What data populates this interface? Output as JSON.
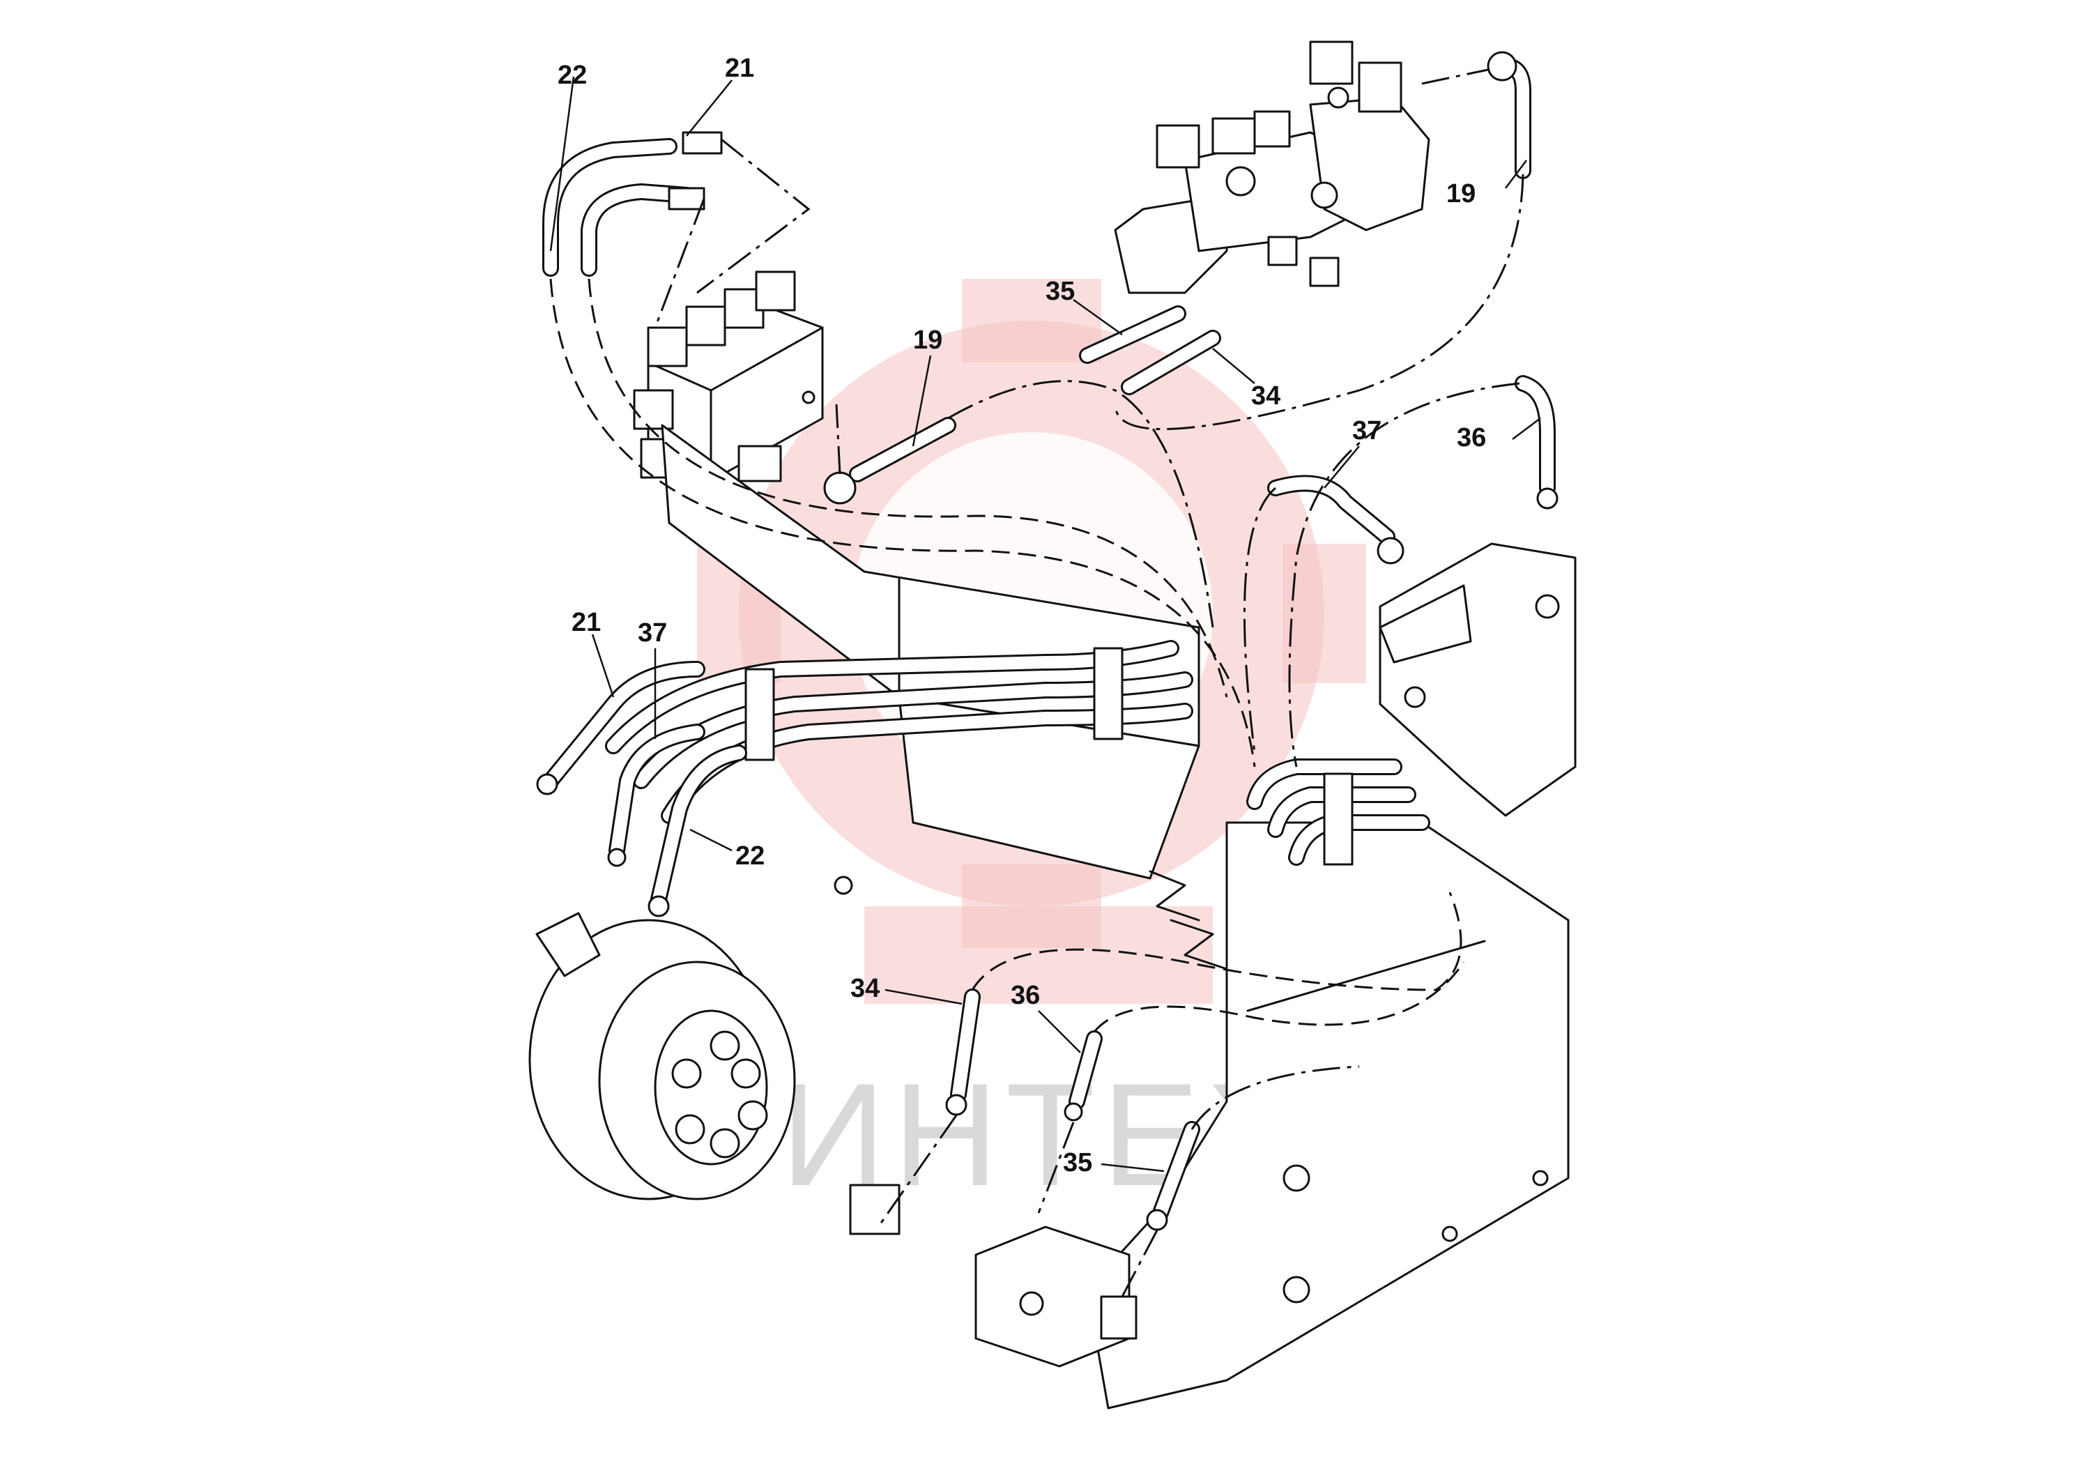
{
  "watermark": {
    "text": "ИНТЕХ",
    "color": "#f5c2c2"
  },
  "callouts": [
    {
      "id": "c22a",
      "label": "22"
    },
    {
      "id": "c21a",
      "label": "21"
    },
    {
      "id": "c19a",
      "label": "19"
    },
    {
      "id": "c19b",
      "label": "19"
    },
    {
      "id": "c35a",
      "label": "35"
    },
    {
      "id": "c34a",
      "label": "34"
    },
    {
      "id": "c37a",
      "label": "37"
    },
    {
      "id": "c36a",
      "label": "36"
    },
    {
      "id": "c21b",
      "label": "21"
    },
    {
      "id": "c37b",
      "label": "37"
    },
    {
      "id": "c22b",
      "label": "22"
    },
    {
      "id": "c34b",
      "label": "34"
    },
    {
      "id": "c36b",
      "label": "36"
    },
    {
      "id": "c35b",
      "label": "35"
    }
  ]
}
